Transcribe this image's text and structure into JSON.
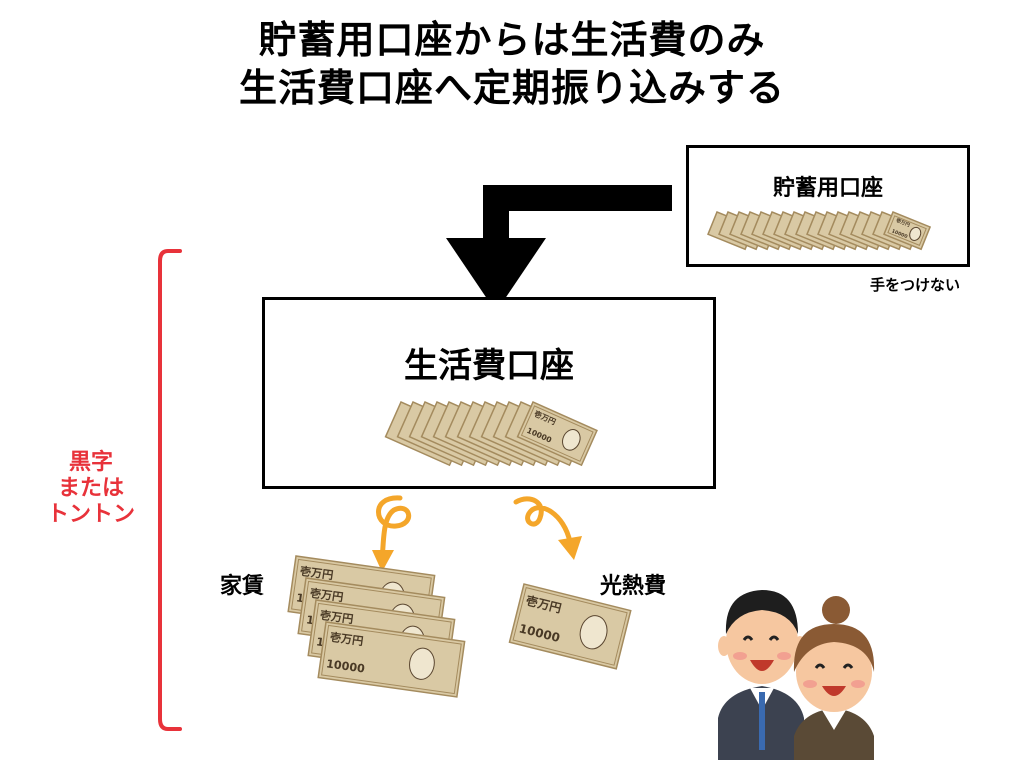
{
  "title": {
    "line1": "貯蓄用口座からは生活費のみ",
    "line2": "生活費口座へ定期振り込みする"
  },
  "savings_account": {
    "label": "貯蓄用口座",
    "note": "手をつけない"
  },
  "living_account": {
    "label": "生活費口座"
  },
  "expenses": {
    "rent": "家賃",
    "utilities": "光熱費"
  },
  "bracket_text": {
    "line1": "黒字",
    "line2": "または",
    "line3": "トントン"
  },
  "banknote": {
    "denomination": "10000",
    "kanji": "壱万円"
  },
  "colors": {
    "bracket": "#e8323a",
    "arrow_orange": "#f4a62a",
    "note_fill": "#d9c9a4",
    "note_edge": "#a48b5e"
  }
}
